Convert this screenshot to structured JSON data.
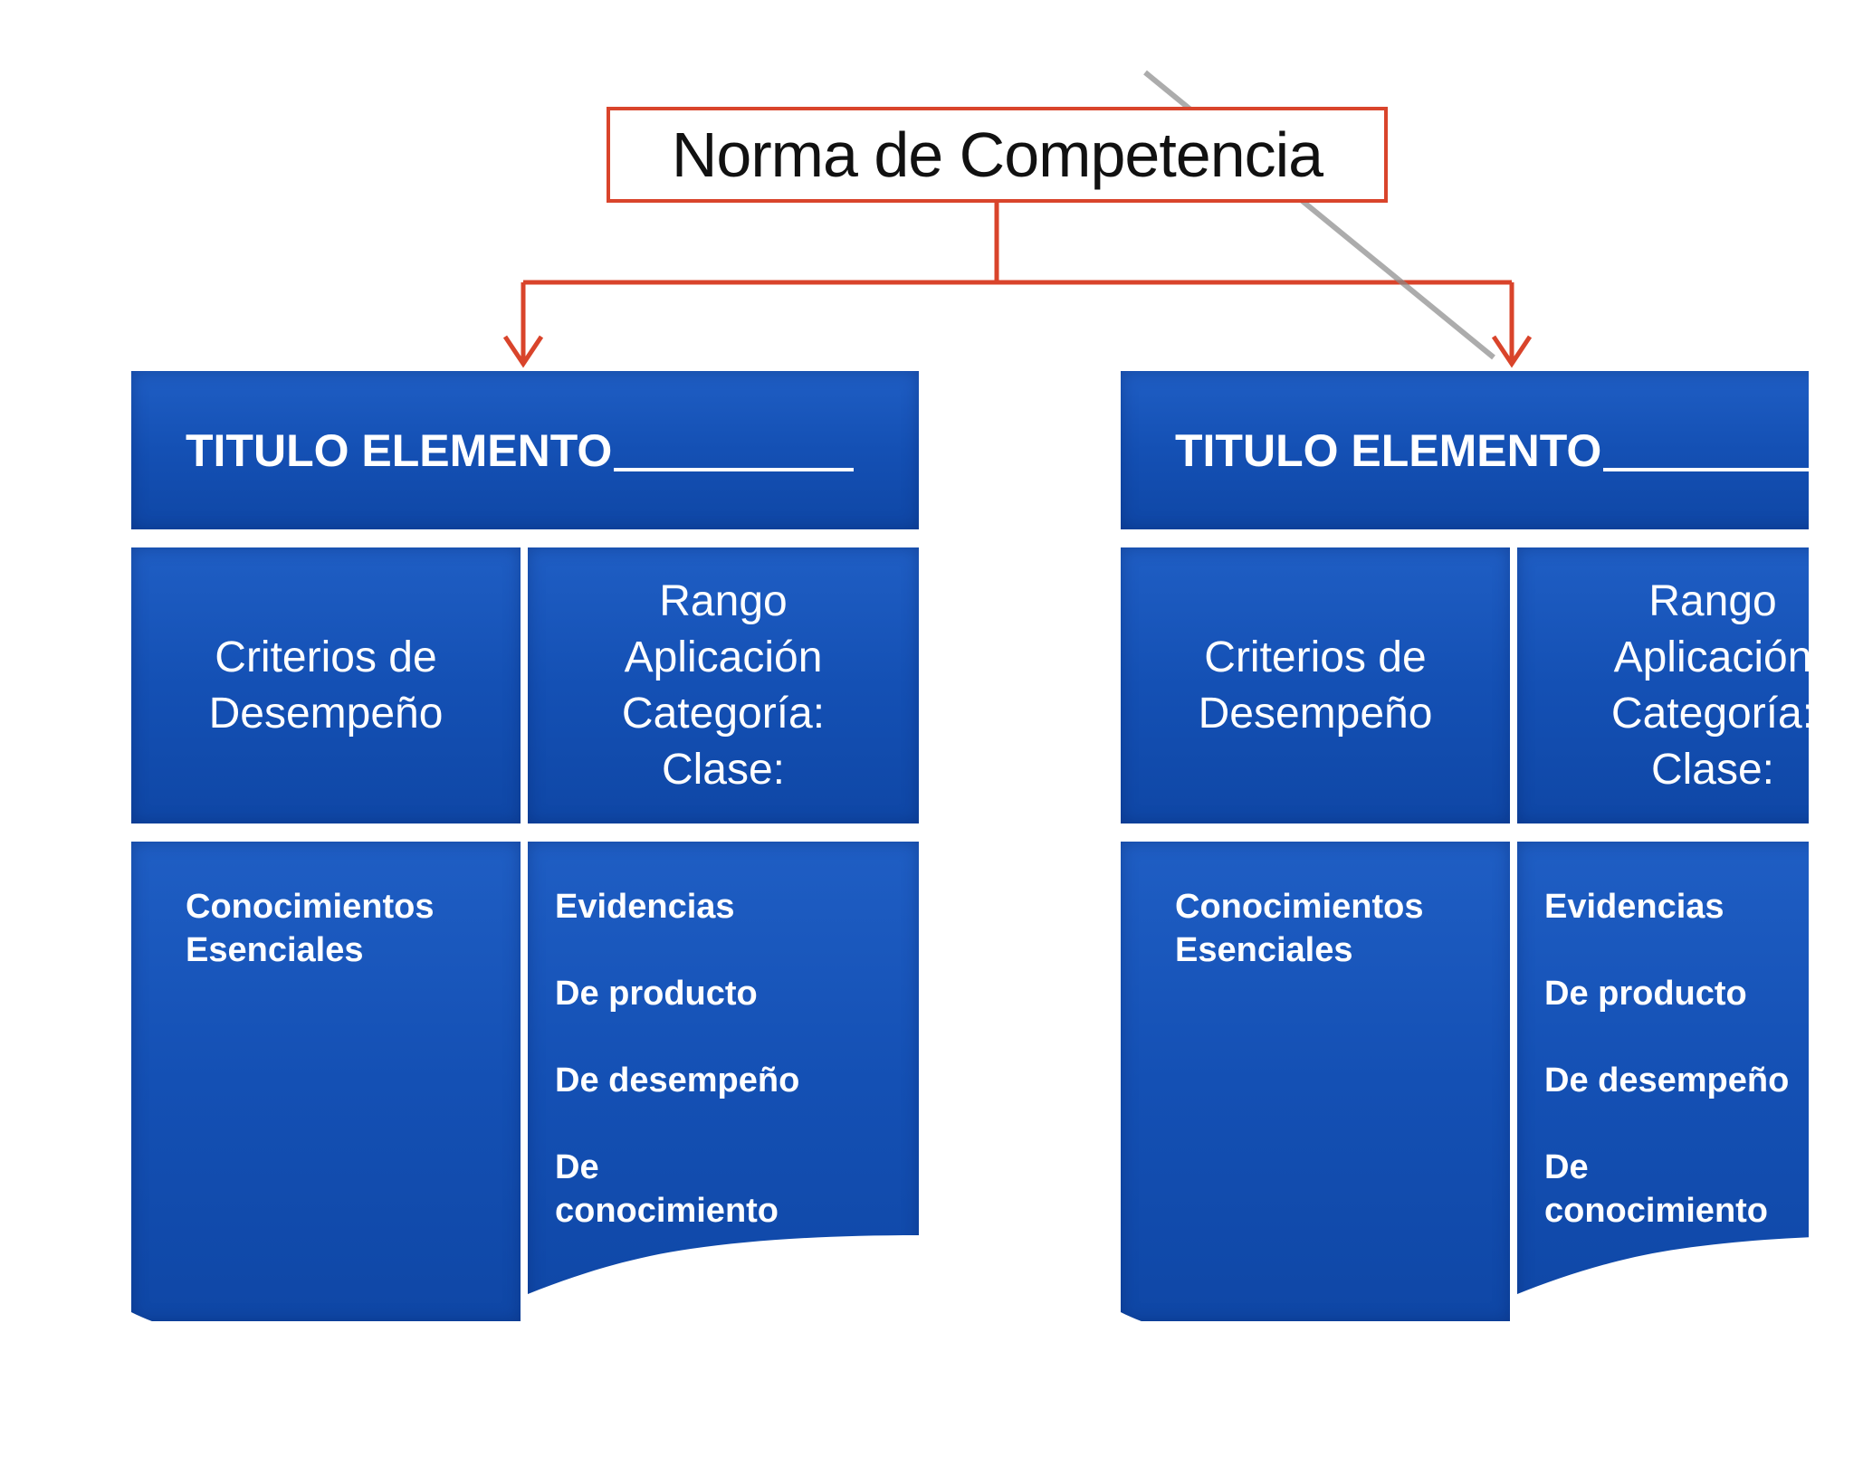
{
  "root": {
    "label": "Norma de Competencia"
  },
  "elements": [
    {
      "title": "TITULO ELEMENTO",
      "criteria_line1": "Criterios de",
      "criteria_line2": "Desempeño",
      "range_line1": "Rango",
      "range_line2": "Aplicación",
      "range_line3": "Categoría:",
      "range_line4": "Clase:",
      "knowledge_line1": "Conocimientos",
      "knowledge_line2": "Esenciales",
      "evidence_heading": "Evidencias",
      "evidence_product": "De producto",
      "evidence_performance": "De desempeño",
      "evidence_knowledge_line1": "De",
      "evidence_knowledge_line2": "conocimiento"
    },
    {
      "title": "TITULO ELEMENTO",
      "criteria_line1": "Criterios de",
      "criteria_line2": "Desempeño",
      "range_line1": "Rango",
      "range_line2": "Aplicación",
      "range_line3": "Categoría:",
      "range_line4": "Clase:",
      "knowledge_line1": "Conocimientos",
      "knowledge_line2": "Esenciales",
      "evidence_heading": "Evidencias",
      "evidence_product": "De producto",
      "evidence_performance": "De desempeño",
      "evidence_knowledge_line1": "De",
      "evidence_knowledge_line2": "conocimiento"
    }
  ],
  "colors": {
    "connector": "#d9442b",
    "block": "#1450b4",
    "text_on_block": "#ffffff"
  }
}
